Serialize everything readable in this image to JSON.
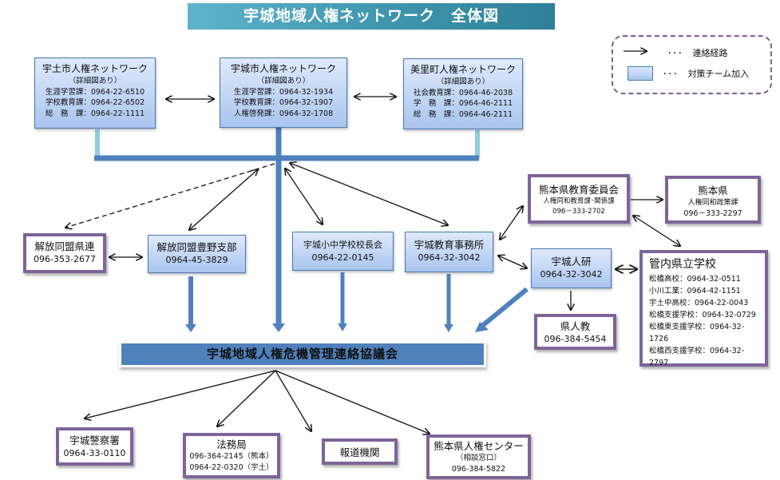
{
  "title": "宇城地域人権ネットワーク　全体図",
  "legend": {
    "arrow_label": "連絡経路",
    "box_label": "対策チーム加入",
    "dots": "･･･"
  },
  "networks": [
    {
      "name": "宇土市人権ネットワーク",
      "note": "（詳細図あり）",
      "lines": [
        "生涯学習課：0964-22-6510",
        "学校教育課：0964-22-6502",
        "総　務　課：0964-22-1111"
      ]
    },
    {
      "name": "宇城市人権ネットワーク",
      "note": "（詳細図あり）",
      "lines": [
        "生涯学習課：0964-32-1934",
        "学校教育課：0964-32-1907",
        "人権啓発課：0964-32-1708"
      ]
    },
    {
      "name": "美里町人権ネットワーク",
      "note": "（詳細図あり）",
      "lines": [
        "社会教育課：0964-46-2038",
        "学　務　課：0964-46-2111",
        "総　務　課：0964-46-2111"
      ]
    }
  ],
  "orgs": {
    "kaiho_kenren": {
      "name": "解放同盟県連",
      "phone": "096-353-2677"
    },
    "kaiho_toyono": {
      "name": "解放同盟豊野支部",
      "phone": "0964-45-3829"
    },
    "principals": {
      "name": "宇城小中学校校長会",
      "phone": "0964-22-0145"
    },
    "edu_office": {
      "name": "宇城教育事務所",
      "phone": "0964-32-3042"
    },
    "pref_board": {
      "name": "熊本県教育委員会",
      "sub": "人権同和教育課･関係課",
      "phone": "096－333-2702"
    },
    "pref": {
      "name": "熊本県",
      "sub": "人権同和政策課",
      "phone": "096－333-2297"
    },
    "ujo_jinken": {
      "name": "宇城人研",
      "phone": "0964-32-3042"
    },
    "kenjinkyo": {
      "name": "県人教",
      "phone": "096-384-5454"
    },
    "schools": {
      "name": "管内県立学校",
      "lines": [
        "松橋高校：0964-32-0511",
        "小川工業：0964-42-1151",
        "宇土中高校：0964-22-0043",
        "松橋支援学校：0964-32-0729",
        "松橋東支援学校：0964-32-",
        "1726",
        "松橋西支援学校：0964-32-",
        "2797"
      ]
    },
    "police": {
      "name": "宇城警察署",
      "phone": "0964-33-0110"
    },
    "legal": {
      "name": "法務局",
      "lines": [
        "096-364-2145（熊本）",
        "0964-22-0320（宇土）"
      ]
    },
    "media": {
      "name": "報道機関"
    },
    "rights_center": {
      "name": "熊本県人権センター",
      "sub": "（相談窓口）",
      "phone": "096-384-5822"
    }
  },
  "council": "宇城地域人権危機管理連絡協議会",
  "colors": {
    "bar_blue": "#4f81bd",
    "connector_light": "#93cddd",
    "purple_border": "#7e6499",
    "title_teal": "#3f95ae"
  }
}
